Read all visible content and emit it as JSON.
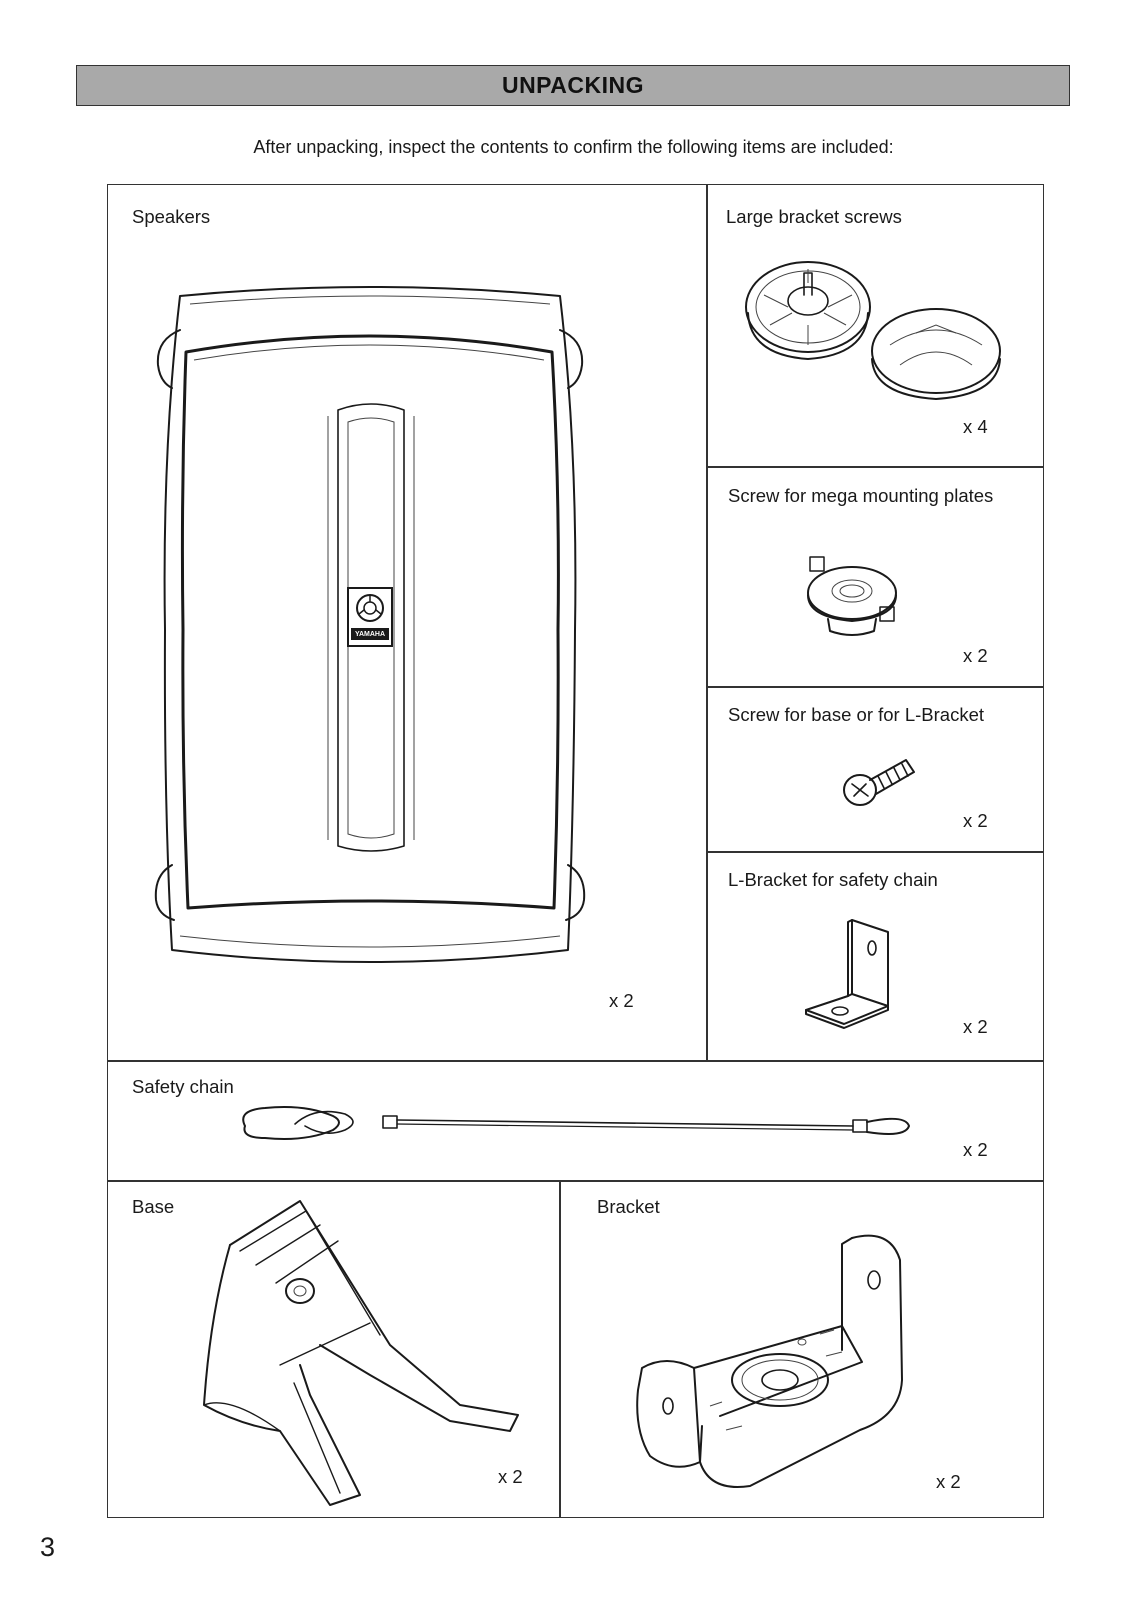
{
  "header": {
    "title": "UNPACKING"
  },
  "intro": "After unpacking, inspect the contents to confirm the following items are included:",
  "items": {
    "speakers": {
      "label": "Speakers",
      "qty": "x  2",
      "logo_text": "YAMAHA"
    },
    "large_bracket_screws": {
      "label": "Large bracket screws",
      "qty": "x 4"
    },
    "mega_mounting_screw": {
      "label": "Screw for mega mounting plates",
      "qty": "x 2"
    },
    "base_screw": {
      "label": "Screw for base or for L-Bracket",
      "qty": "x 2"
    },
    "l_bracket": {
      "label": "L-Bracket for safety chain",
      "qty": "x 2"
    },
    "safety_chain": {
      "label": "Safety chain",
      "qty": "x 2"
    },
    "base": {
      "label": "Base",
      "qty": "x  2"
    },
    "bracket": {
      "label": "Bracket",
      "qty": "x  2"
    }
  },
  "page_number": "3"
}
